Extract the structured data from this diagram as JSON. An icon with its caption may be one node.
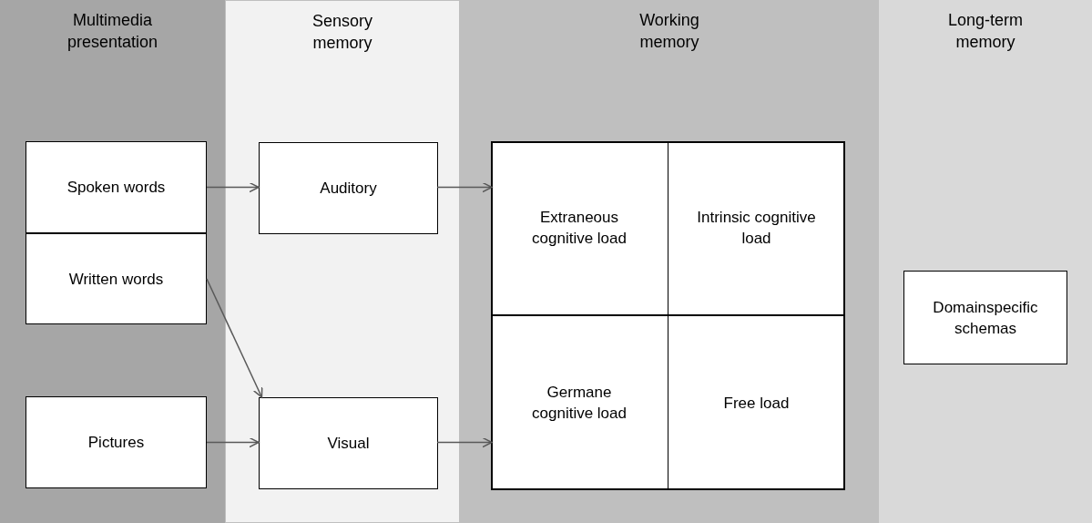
{
  "diagram": {
    "nodes": [
      {
        "text": [
          "Multimedia presentation"
        ]
      },
      {
        "text": [
          "Spoken words"
        ],
        "in": 0
      },
      {
        "text": [
          "Written words"
        ],
        "in": 0
      },
      {
        "text": [
          "Pictures"
        ],
        "in": 0
      },
      {
        "text": [
          "Sensory memory"
        ]
      },
      {
        "text": [
          "Auditory"
        ],
        "in": 4
      },
      {
        "text": [
          "Visual"
        ],
        "in": 4
      },
      {
        "text": [
          "Working memory"
        ]
      },
      {
        "text": [],
        "shape": "box",
        "in": 7
      },
      {
        "text": [
          "Extraneous cognitive load"
        ],
        "in": 8
      },
      {
        "text": [
          "Intrinsic cognitive load"
        ],
        "in": 8
      },
      {
        "text": [
          "Germane cognitive load"
        ],
        "in": 8
      },
      {
        "text": [
          "Free load"
        ],
        "in": 8
      },
      {
        "text": [
          "Long-term memory"
        ]
      },
      {
        "text": [
          "Domainspecific schemas"
        ],
        "in": 13
      }
    ],
    "edges": [
      {
        "from": 1,
        "to": 5,
        "arrow": "to"
      },
      {
        "from": 2,
        "to": 6,
        "arrow": "to"
      },
      {
        "from": 3,
        "to": 6,
        "arrow": "to"
      },
      {
        "from": 5,
        "to": 8,
        "arrow": "to"
      },
      {
        "from": 6,
        "to": 8,
        "arrow": "to"
      }
    ]
  }
}
